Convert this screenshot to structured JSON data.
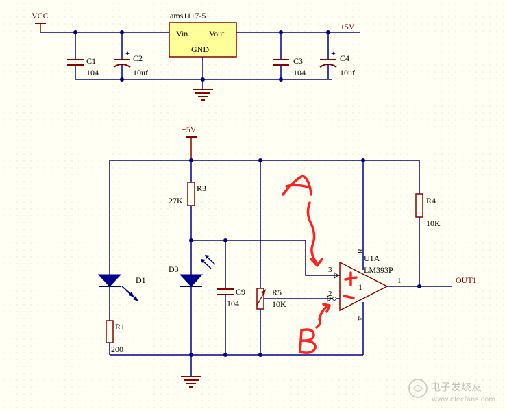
{
  "regulator": {
    "power_in": "VCC",
    "ic_name": "ams1117-5",
    "pin_vin": "Vin",
    "pin_vout": "Vout",
    "pin_gnd": "GND",
    "power_out": "+5V",
    "c1_ref": "C1",
    "c1_val": "104",
    "c2_ref": "C2",
    "c2_val": "10uf",
    "c3_ref": "C3",
    "c3_val": "104",
    "c4_ref": "C4",
    "c4_val": "10uf"
  },
  "sensor": {
    "supply": "+5V",
    "r3_ref": "R3",
    "r3_val": "27K",
    "r4_ref": "R4",
    "r4_val": "10K",
    "d1_ref": "D1",
    "d3_ref": "D3",
    "r1_ref": "R1",
    "r1_val": "200",
    "c9_ref": "C9",
    "c9_val": "104",
    "r5_ref": "R5",
    "r5_val": "10K",
    "u_ref": "U1A",
    "u_part": "LM393P",
    "u_pin_vcc": "8",
    "u_pin_gnd": "4",
    "u_pin_in_plus": "3",
    "u_pin_in_minus": "2",
    "u_unit": "1",
    "u_pin_out": "1",
    "out_net": "OUT1"
  },
  "watermark": {
    "text": "电子发烧友",
    "url": "www.elecfans.com"
  },
  "colors": {
    "background": "#fffff4",
    "wire": "#00008b",
    "component": "#8b0000",
    "ic_fill": "#ffff99",
    "annotation": "#ff2020"
  }
}
